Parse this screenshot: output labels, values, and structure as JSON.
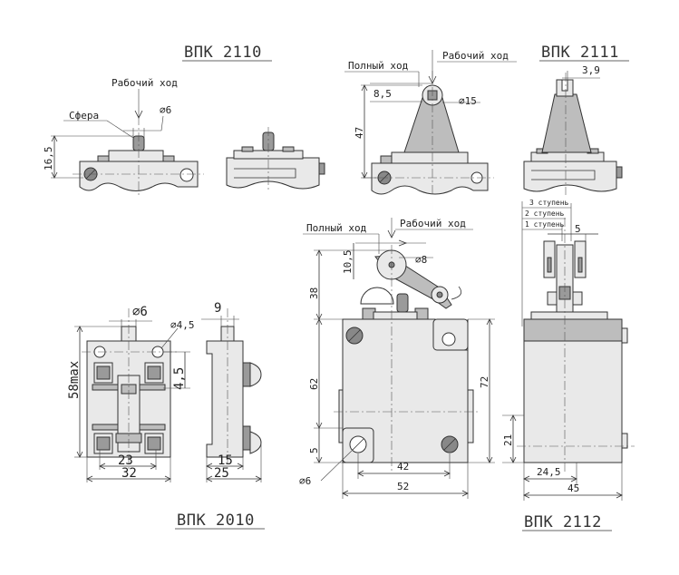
{
  "titles": {
    "vpk2110": "ВПК 2110",
    "vpk2111": "ВПК 2111",
    "vpk2010": "ВПК 2010",
    "vpk2112": "ВПК 2112"
  },
  "labels": {
    "working_stroke": "Рабочий ход",
    "full_stroke": "Полный ход",
    "sphere": "Сфера",
    "stage1": "1 ступень",
    "stage2": "2 ступень",
    "stage3": "3 ступень"
  },
  "dimensions": {
    "d6_2110": "∅6",
    "h16_5": "16,5",
    "h8_5": "8,5",
    "h47": "47",
    "d15": "∅15",
    "w3_9": "3,9",
    "h10_5": "10,5",
    "d8": "∅8",
    "h38": "38",
    "h62": "62",
    "h5": "5",
    "h72": "72",
    "d6_2112": "∅6",
    "w42": "42",
    "w52": "52",
    "w5": "5",
    "h21": "21",
    "w24_5": "24,5",
    "w45": "45",
    "d6_2010": "∅6",
    "d4_5": "∅4,5",
    "w9": "9",
    "h58max": "58max",
    "h4_5": "4,5",
    "w23": "23",
    "w32": "32",
    "w15": "15",
    "w25": "25"
  }
}
